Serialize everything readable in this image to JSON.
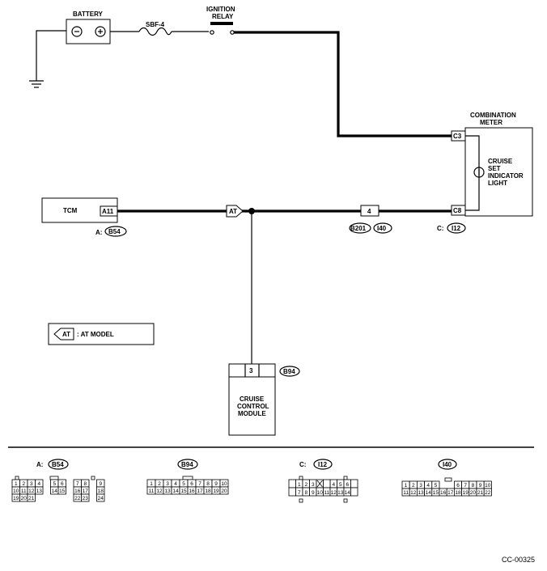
{
  "components": {
    "battery": "BATTERY",
    "fuse": "SBF-4",
    "relay_line1": "IGNITION",
    "relay_line2": "RELAY",
    "meter_line1": "COMBINATION",
    "meter_line2": "METER",
    "indicator_line1": "CRUISE",
    "indicator_line2": "SET",
    "indicator_line3": "INDICATOR",
    "indicator_line4": "LIGHT",
    "tcm": "TCM",
    "ccm_line1": "CRUISE",
    "ccm_line2": "CONTROL",
    "ccm_line3": "MODULE"
  },
  "pins": {
    "meter_top": "C3",
    "meter_bottom": "C8",
    "tcm": "A11",
    "junction": "4",
    "ccm": "3",
    "at_arrow": "AT"
  },
  "connectors": {
    "b54_prefix": "A:",
    "b54": "B54",
    "b201": "B201",
    "i40": "I40",
    "i12_prefix": "C:",
    "i12": "I12",
    "b94": "B94"
  },
  "legend": {
    "arrow": "AT",
    "text": ": AT MODEL"
  },
  "bottom": {
    "b54": {
      "prefix": "A:",
      "id": "B54",
      "row1": [
        "1",
        "2",
        "3",
        "4",
        "5",
        "6",
        "7",
        "8",
        "9"
      ],
      "row2": [
        "10",
        "11",
        "12",
        "13",
        "14",
        "15",
        "16",
        "17",
        "18"
      ],
      "row3": [
        "19",
        "20",
        "21",
        "22",
        "23",
        "24"
      ]
    },
    "b94": {
      "id": "B94",
      "row1": [
        "1",
        "2",
        "3",
        "4",
        "5",
        "6",
        "7",
        "8",
        "9",
        "10"
      ],
      "row2": [
        "11",
        "12",
        "13",
        "14",
        "15",
        "16",
        "17",
        "18",
        "19",
        "20"
      ]
    },
    "i12": {
      "prefix": "C:",
      "id": "I12",
      "row1": [
        "1",
        "2",
        "3",
        "4",
        "5",
        "6"
      ],
      "row2": [
        "7",
        "8",
        "9",
        "10",
        "11",
        "12",
        "13",
        "14"
      ]
    },
    "i40": {
      "id": "I40",
      "row1": [
        "1",
        "2",
        "3",
        "4",
        "5",
        "6",
        "7",
        "8",
        "9",
        "10"
      ],
      "row2": [
        "11",
        "12",
        "13",
        "14",
        "15",
        "16",
        "17",
        "18",
        "19",
        "20",
        "21",
        "22"
      ]
    }
  },
  "footer_code": "CC-00325"
}
